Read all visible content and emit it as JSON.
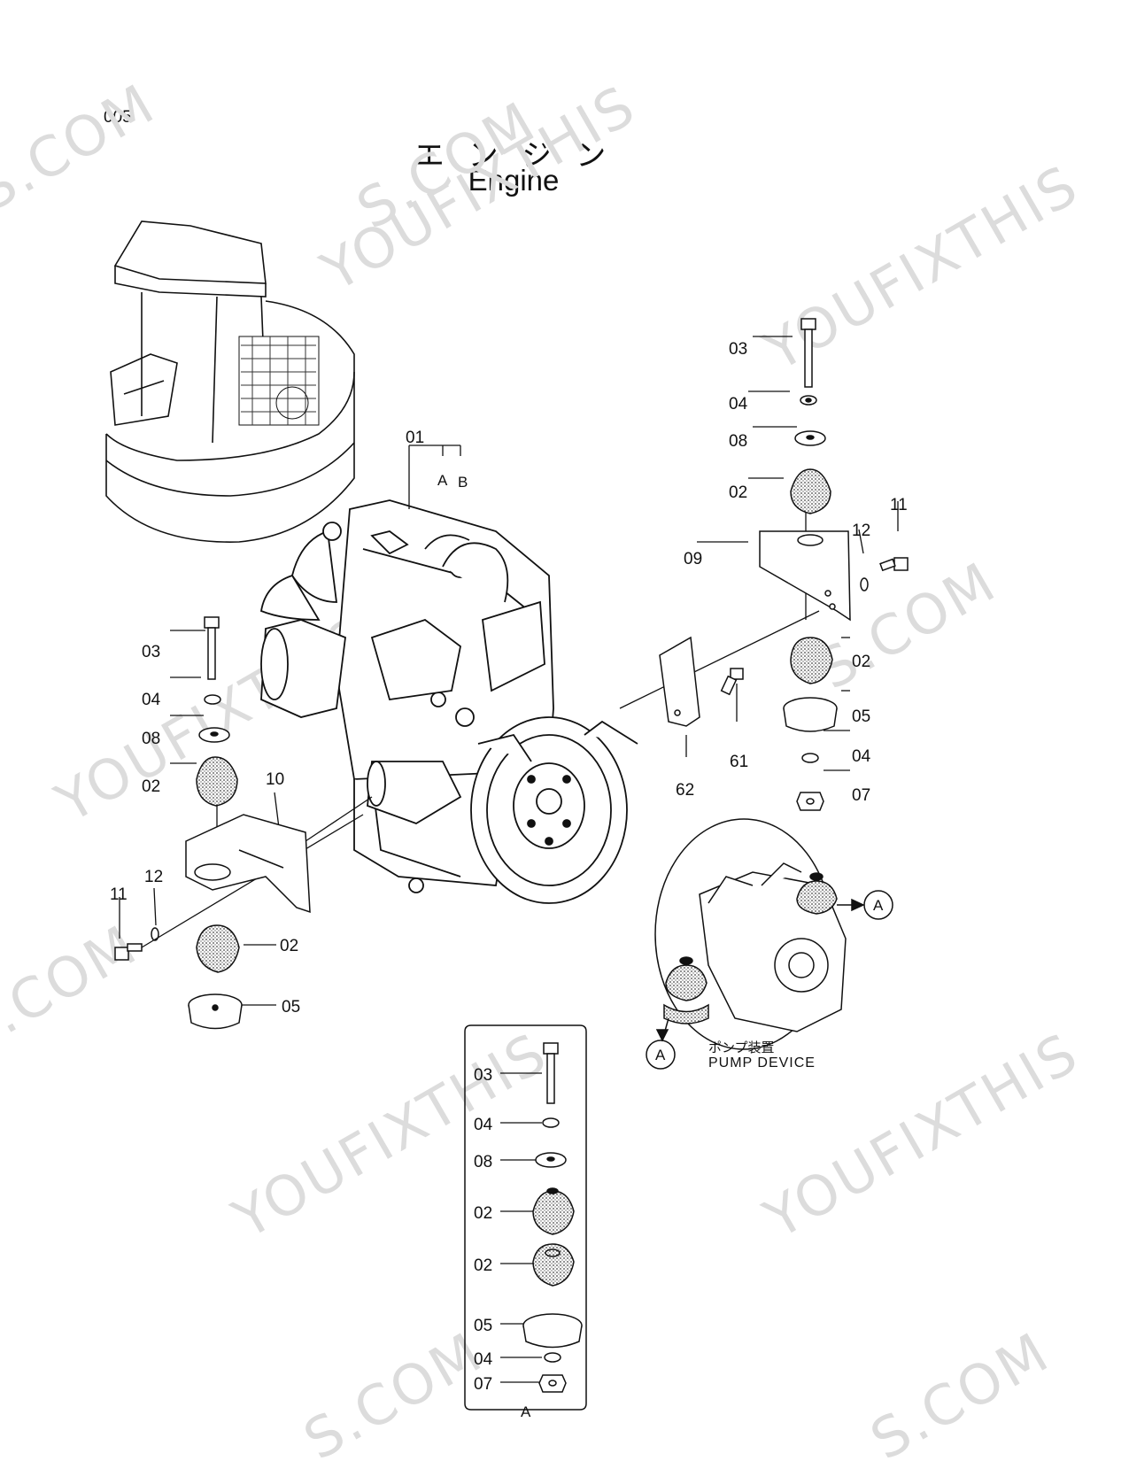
{
  "page_number": "005",
  "title": {
    "jp": "エ ン ジ ン",
    "en": "Engine"
  },
  "watermark": {
    "text_a": "YOUFIXTHIS",
    "text_b": "S.COM"
  },
  "pump": {
    "jp": "ポンプ装置",
    "en": "PUMP DEVICE"
  },
  "callouts": {
    "main_engine": "01",
    "ref_a": "A",
    "ref_b": "B",
    "right": {
      "bolt": "03",
      "washer1": "04",
      "washer2": "08",
      "cushion1": "02",
      "bracket": "09",
      "snap": "12",
      "bolt2": "11",
      "cushion2": "02",
      "cup": "05",
      "washer3": "04",
      "nut": "07",
      "bolt3": "61",
      "plate": "62"
    },
    "left": {
      "bolt": "03",
      "washer1": "04",
      "washer2": "08",
      "cushion1": "02",
      "bracket": "10",
      "snap": "12",
      "bolt2": "11",
      "cushion2": "02",
      "cup": "05"
    },
    "detail_a": {
      "bolt": "03",
      "washer1": "04",
      "washer2": "08",
      "cushion1": "02",
      "cushion2": "02",
      "cup": "05",
      "washer3": "04",
      "nut": "07",
      "caption": "A"
    },
    "circle_a1": "A",
    "circle_a2": "A"
  }
}
